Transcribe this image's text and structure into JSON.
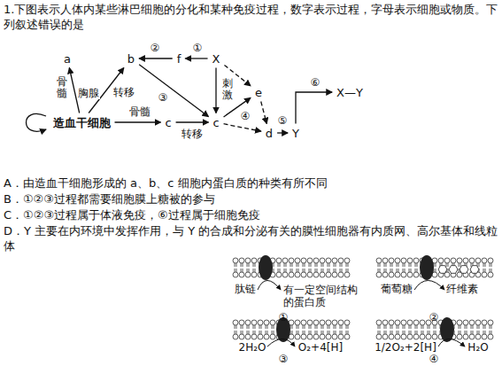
{
  "diagram": {
    "title": "1.下图表示人体内某些淋巴细胞的分化和某种免疫过程，数字表示过程，字母表示细胞或物质。下列叙述错误的是",
    "nodes": [
      {
        "text": [
          "a"
        ]
      },
      {
        "text": [
          "b"
        ]
      },
      {
        "text": [
          "f"
        ]
      },
      {
        "text": [
          "X"
        ]
      },
      {
        "text": [
          "造血干细胞"
        ]
      },
      {
        "text": [
          "c"
        ]
      },
      {
        "text": [
          "c"
        ]
      },
      {
        "text": [
          "e"
        ]
      },
      {
        "text": [
          "d"
        ]
      },
      {
        "text": [
          "Y"
        ]
      },
      {
        "text": [
          "X—Y"
        ]
      }
    ],
    "edges": [
      {
        "from": 4,
        "to": 0,
        "arrow": "to",
        "label": "骨髓"
      },
      {
        "from": 4,
        "to": 1,
        "arrow": "to",
        "label": "胸腺"
      },
      {
        "from": 4,
        "to": 5,
        "arrow": "to",
        "label": "骨髓"
      },
      {
        "from": 5,
        "to": 6,
        "arrow": "to",
        "label": "转移"
      },
      {
        "from": 3,
        "to": 2,
        "arrow": "to",
        "label": "①"
      },
      {
        "from": 2,
        "to": 1,
        "arrow": "to",
        "label": "②"
      },
      {
        "from": 1,
        "to": 6,
        "arrow": "to",
        "label": "③"
      },
      {
        "from": 3,
        "to": 6,
        "arrow": "to",
        "label": "刺激"
      },
      {
        "from": 6,
        "to": 7,
        "arrow": "to",
        "label": "④"
      },
      {
        "from": 3,
        "to": 7,
        "arrow": "to"
      },
      {
        "from": 6,
        "to": 8,
        "arrow": "to"
      },
      {
        "from": 7,
        "to": 8,
        "arrow": "to"
      },
      {
        "from": 8,
        "to": 9,
        "arrow": "to",
        "label": "⑤"
      },
      {
        "from": 9,
        "to": 10,
        "arrow": "to",
        "label": "⑥"
      }
    ],
    "labels": [
      "转移",
      "A．由造血干细胞形成的 a、b、c 细胞内蛋白质的种类有所不同",
      "B．①②③过程都需要细胞膜上糖被的参与",
      "C．①②③过程属于体液免疫，⑥过程属于细胞免疫",
      "D．Y 主要在内环境中发挥作用，与 Y 的合成和分泌有关的膜性细胞器有内质网、高尔基体和线粒体",
      "肽链",
      "有一定空间结构的蛋白质",
      "①",
      "葡萄糖",
      "纤维素",
      "②",
      "2H₂O",
      "O₂+4[H]",
      "③",
      "1/2O₂+2[H]",
      "H₂O",
      "④"
    ]
  }
}
